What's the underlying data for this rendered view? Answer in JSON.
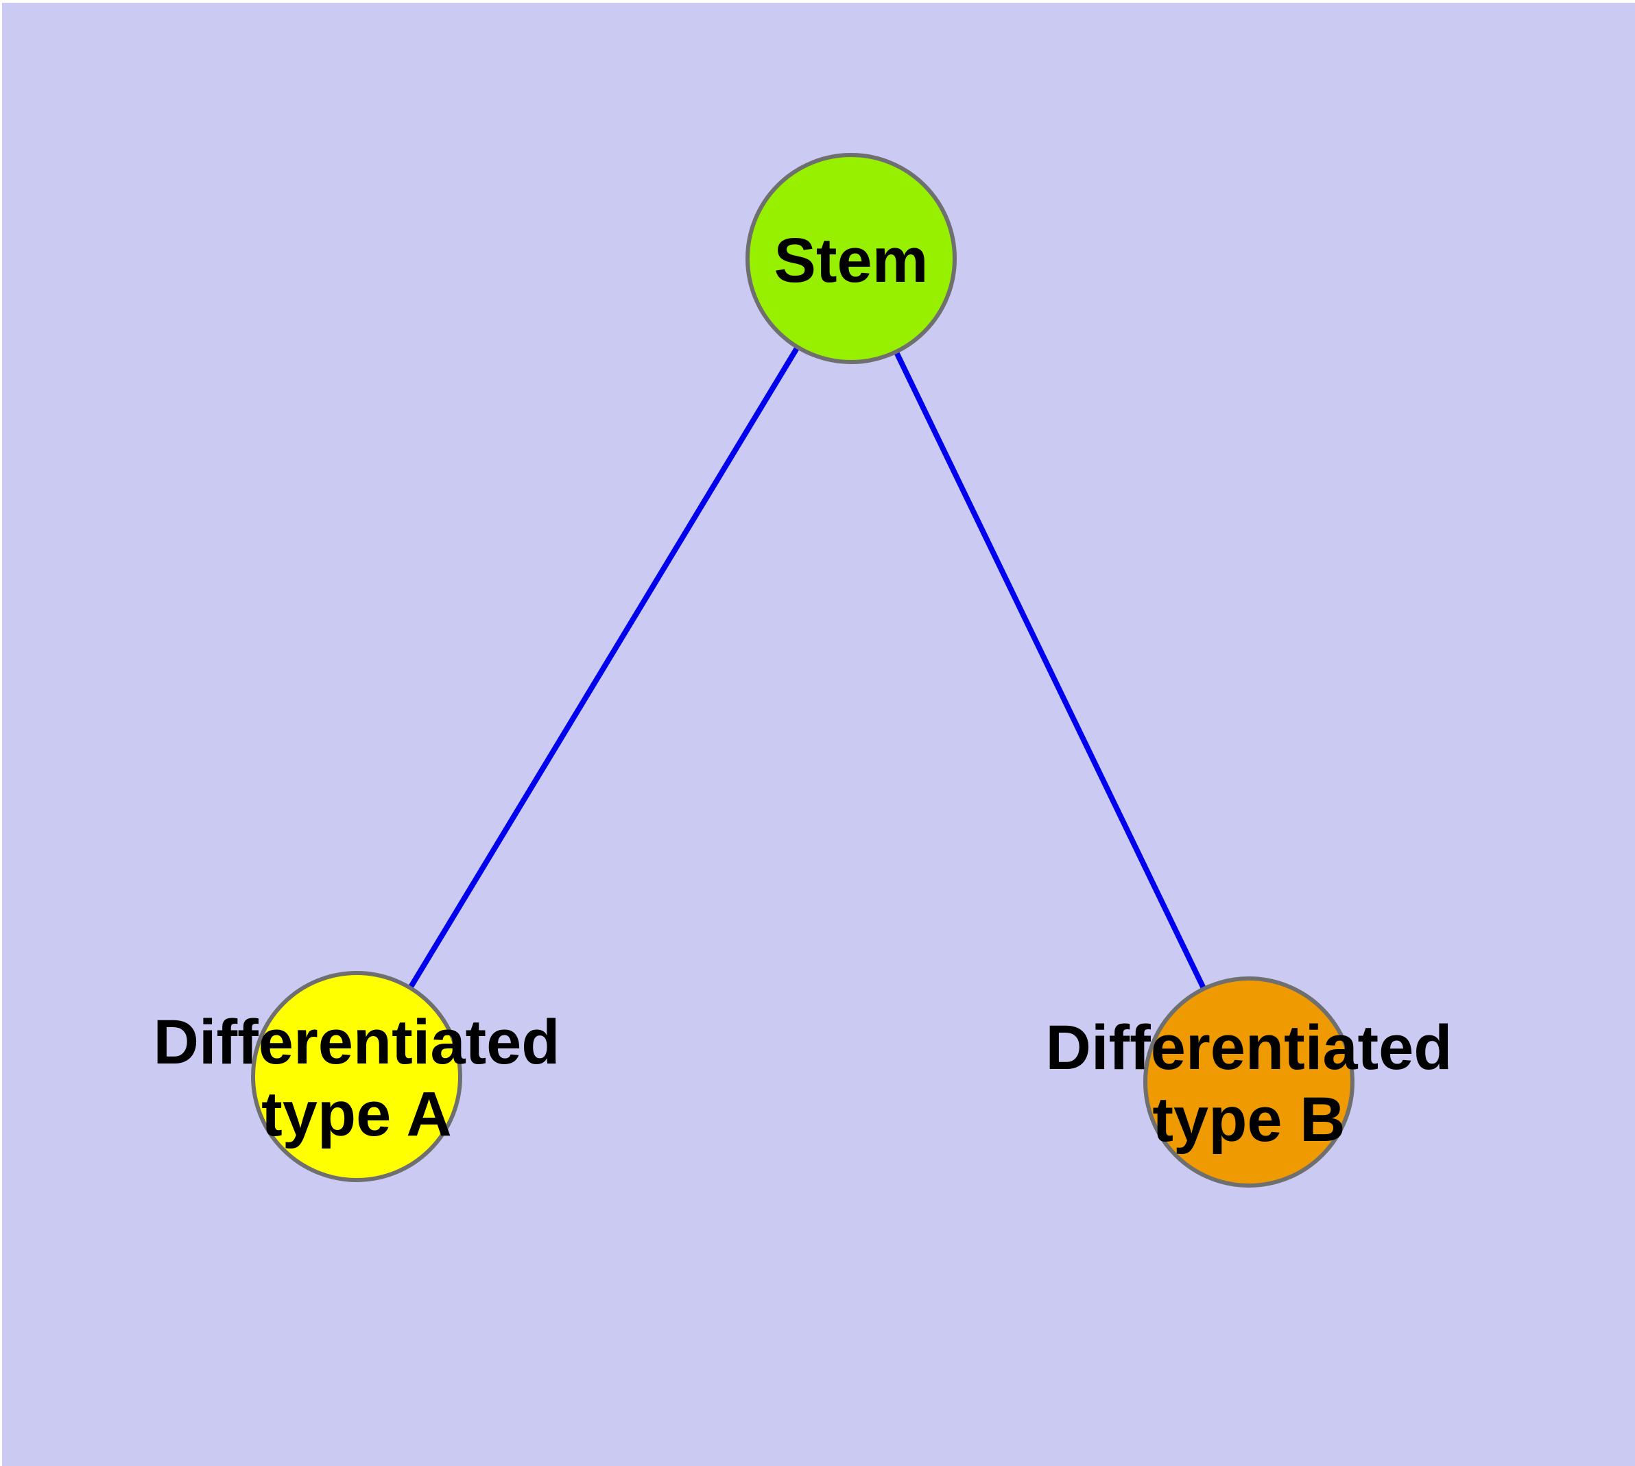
{
  "diagram": {
    "background_color": "#CACAF2",
    "margin_color": "#FFFFFF",
    "edge_color": "#0000EE",
    "node_border_color": "#6F6F6F",
    "label_color": "#000000",
    "nodes": [
      {
        "id": "stem",
        "line1": "Stem",
        "line2": "",
        "fill": "#96F000"
      },
      {
        "id": "differentiated-type-a",
        "line1": "Differentiated",
        "line2": "type A",
        "fill": "#FFFF00"
      },
      {
        "id": "differentiated-type-b",
        "line1": "Differentiated",
        "line2": "type B",
        "fill": "#EE9A00"
      }
    ],
    "edges": [
      {
        "from": "Stem",
        "to": "Differentiated type A"
      },
      {
        "from": "Stem",
        "to": "Differentiated type B"
      }
    ]
  }
}
